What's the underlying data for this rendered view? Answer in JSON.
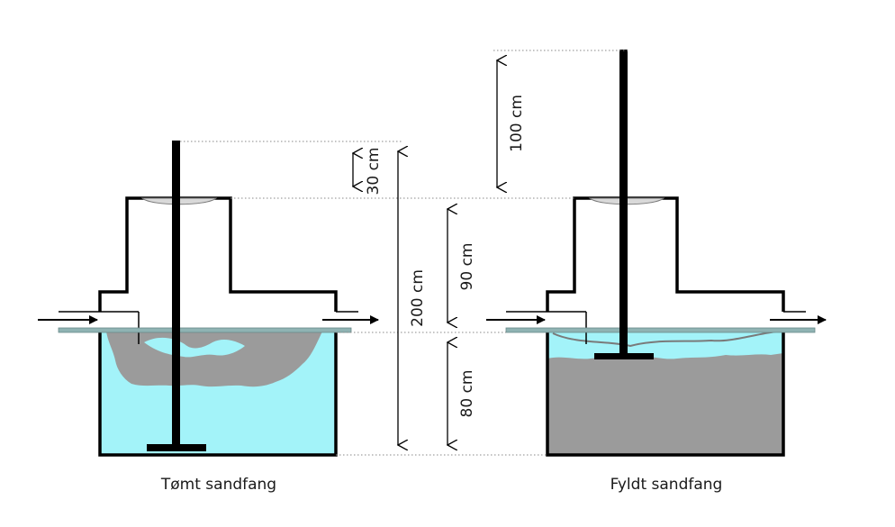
{
  "labels": {
    "left_caption": "Tømt sandfang",
    "right_caption": "Fyldt sandfang"
  },
  "dimensions": {
    "d30": "30 cm",
    "d200": "200 cm",
    "d90": "90 cm",
    "d80": "80 cm",
    "d100": "100 cm"
  },
  "colors": {
    "water": "#a3f3f9",
    "sediment": "#9b9b9b",
    "outline": "#000000",
    "pipe": "#8fb3b3"
  }
}
